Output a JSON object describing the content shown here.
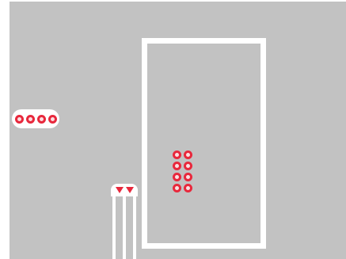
{
  "scene": {
    "background_color": "#c2c2c2",
    "line_color": "#ffffff",
    "token_color": "#e8283c"
  },
  "horizontal_cluster": {
    "count": 4,
    "icon": "red-token-icon"
  },
  "vertical_cluster": {
    "count": 8,
    "rows": 4,
    "cols": 2,
    "icon": "red-token-icon"
  },
  "wicket": {
    "triangle_count": 2,
    "stump_count": 3,
    "icon": "triangle-down-icon"
  }
}
